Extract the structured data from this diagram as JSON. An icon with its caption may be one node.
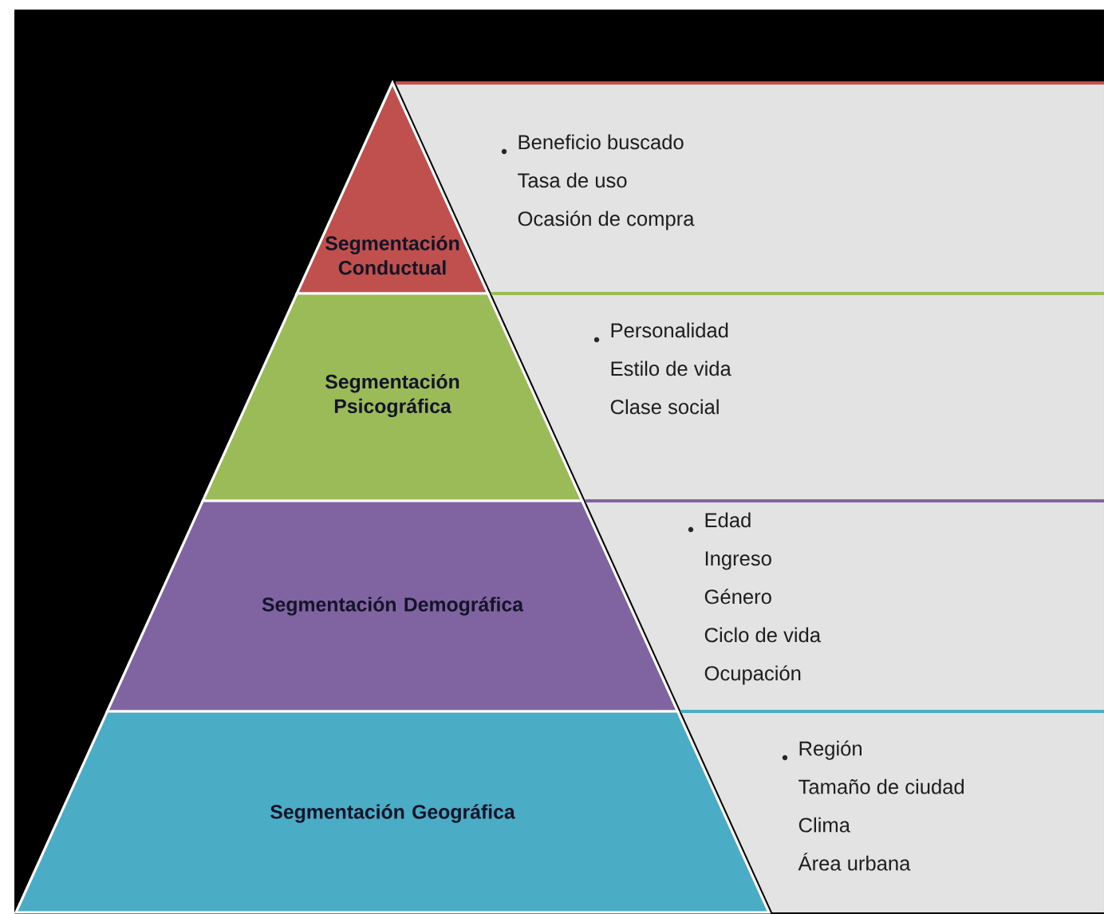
{
  "diagram": {
    "nodes": [
      {
        "text": [
          "Segmentación Conductual"
        ]
      },
      {
        "text": [
          "Beneficio buscado",
          "Tasa de uso",
          "Ocasión de compra"
        ]
      },
      {
        "text": [
          "Segmentación Psicográfica"
        ]
      },
      {
        "text": [
          "Personalidad",
          "Estilo de vida",
          "Clase social"
        ]
      },
      {
        "text": [
          "Segmentación Demográfica"
        ]
      },
      {
        "text": [
          "Edad",
          "Ingreso",
          "Género",
          "Ciclo de vida",
          "Ocupación"
        ]
      },
      {
        "text": [
          "Segmentación Geográfica"
        ]
      },
      {
        "text": [
          "Región",
          "Tamaño de ciudad",
          "Clima",
          "Área urbana"
        ]
      }
    ]
  }
}
